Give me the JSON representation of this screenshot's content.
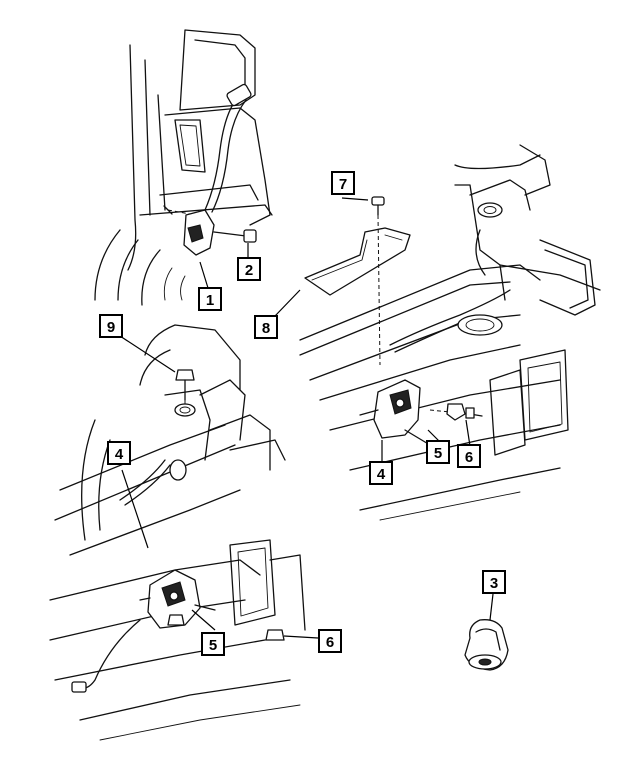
{
  "callouts": [
    {
      "id": "c1",
      "label": "1"
    },
    {
      "id": "c2",
      "label": "2"
    },
    {
      "id": "c3",
      "label": "3"
    },
    {
      "id": "c4a",
      "label": "4"
    },
    {
      "id": "c4b",
      "label": "4"
    },
    {
      "id": "c5a",
      "label": "5"
    },
    {
      "id": "c5b",
      "label": "5"
    },
    {
      "id": "c6a",
      "label": "6"
    },
    {
      "id": "c6b",
      "label": "6"
    },
    {
      "id": "c7",
      "label": "7"
    },
    {
      "id": "c8",
      "label": "8"
    },
    {
      "id": "c9",
      "label": "9"
    }
  ],
  "colors": {
    "line": "#111111",
    "background": "#ffffff"
  }
}
